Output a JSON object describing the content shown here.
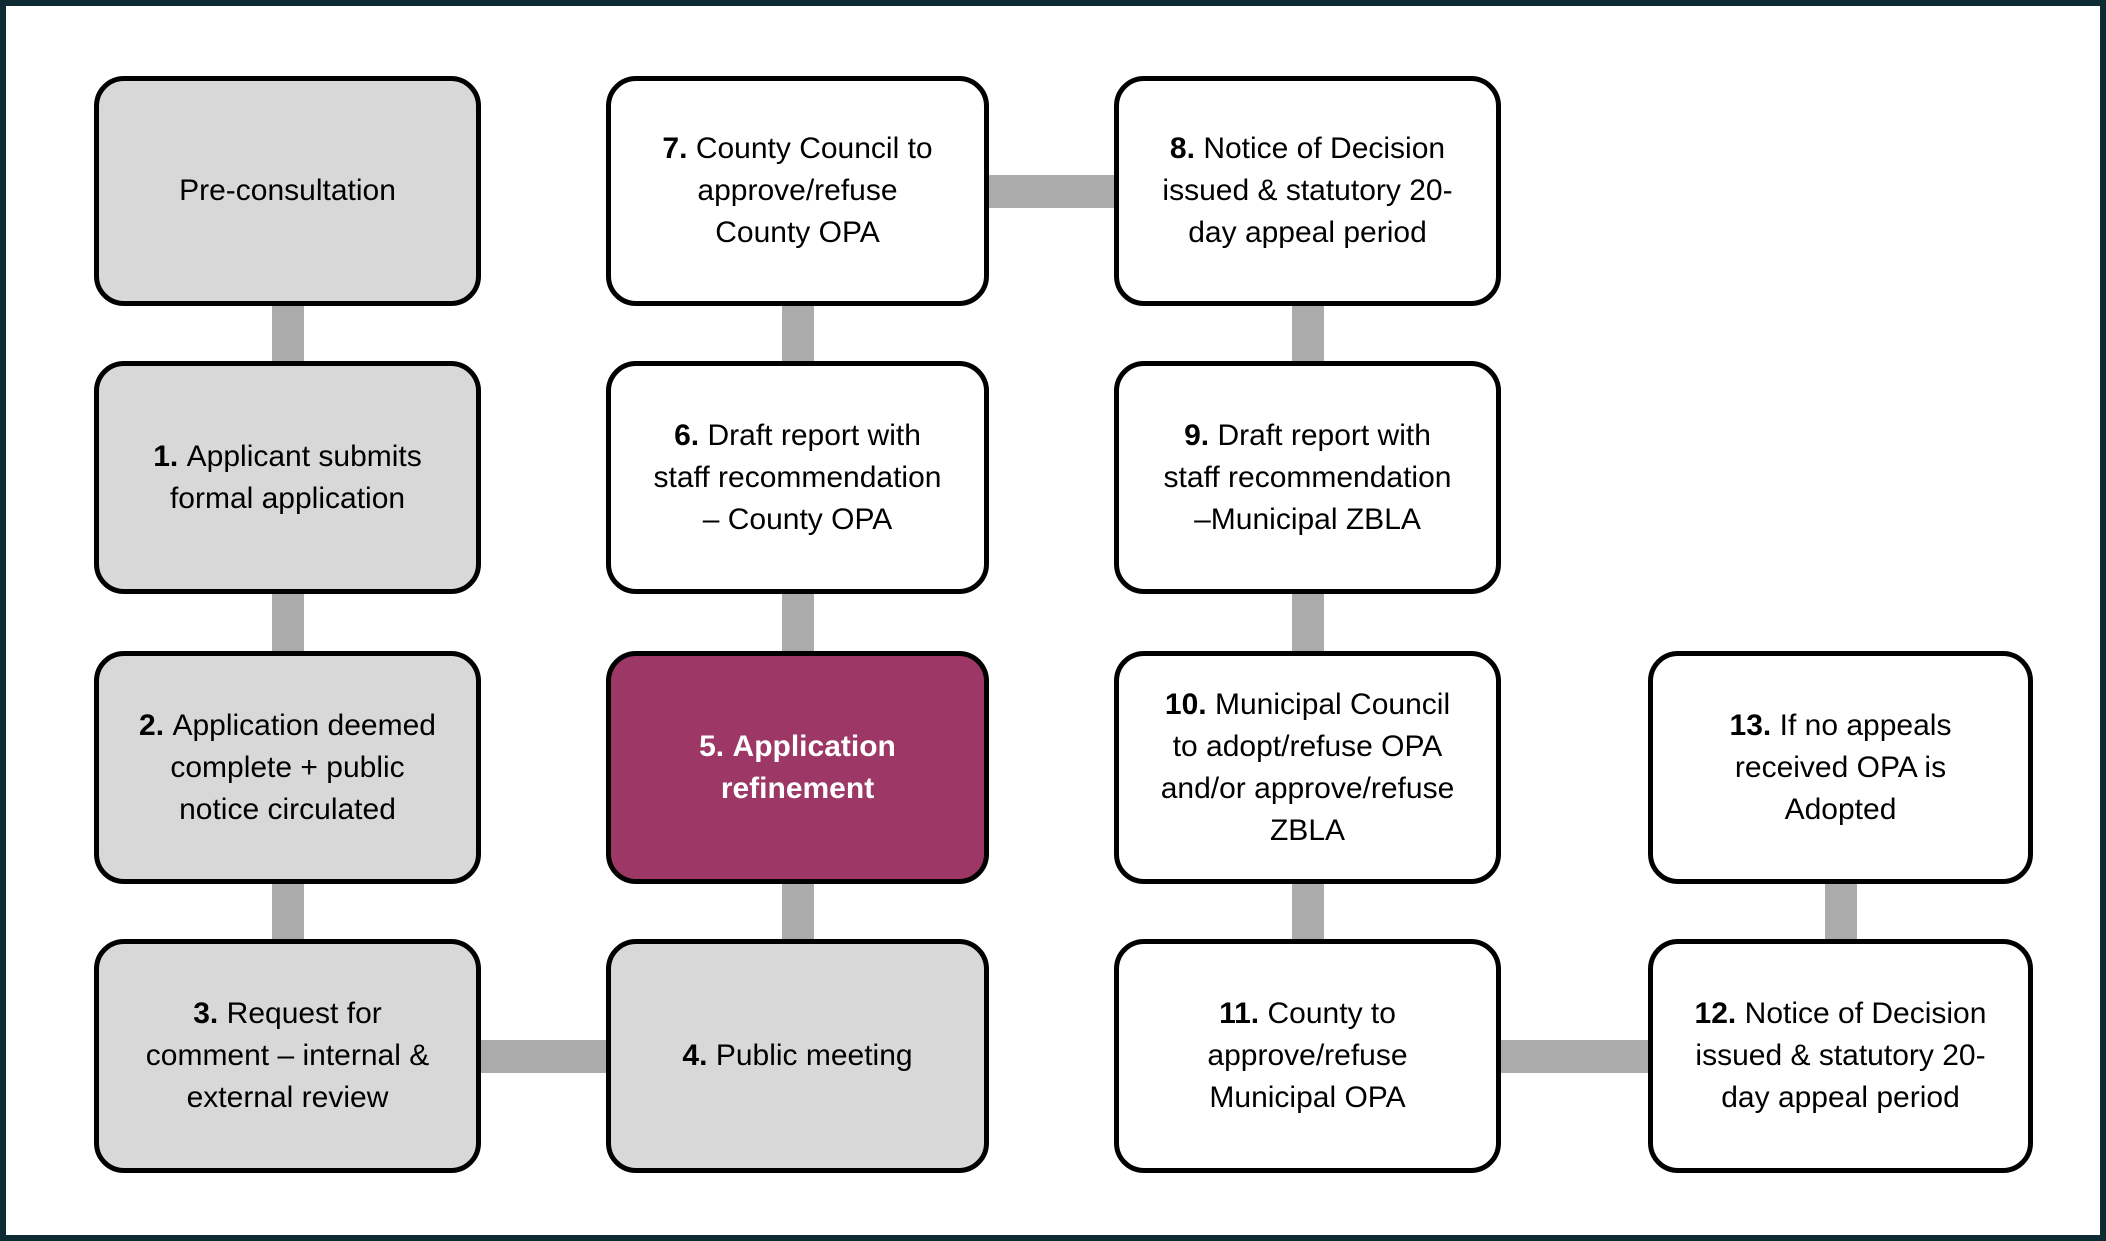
{
  "palette": {
    "frame_border": "#0e2a33",
    "box_gray": "#d8d8d8",
    "box_white": "#ffffff",
    "box_accent": "#9d3866",
    "box_border": "#000000",
    "connector_gray": "#ababab",
    "text_black": "#000000",
    "text_white": "#ffffff"
  },
  "boxes": [
    {
      "number": "",
      "lines": [
        "Pre-consultation"
      ],
      "fill": "gray"
    },
    {
      "number": "1.",
      "lines": [
        "Applicant submits",
        "formal application"
      ],
      "fill": "gray"
    },
    {
      "number": "2.",
      "lines": [
        "Application deemed",
        "complete + public",
        "notice circulated"
      ],
      "fill": "gray"
    },
    {
      "number": "3.",
      "lines": [
        "Request for",
        "comment – internal &",
        "external review"
      ],
      "fill": "gray"
    },
    {
      "number": "4.",
      "lines": [
        "Public meeting"
      ],
      "fill": "gray"
    },
    {
      "number": "5.",
      "lines": [
        "Application",
        "refinement"
      ],
      "fill": "accent"
    },
    {
      "number": "6.",
      "lines": [
        "Draft report with",
        "staff recommendation",
        "– County OPA"
      ],
      "fill": "white"
    },
    {
      "number": "7.",
      "lines": [
        "County Council to",
        "approve/refuse",
        "County OPA"
      ],
      "fill": "white"
    },
    {
      "number": "8.",
      "lines": [
        "Notice of Decision",
        "issued & statutory 20-",
        "day appeal period"
      ],
      "fill": "white"
    },
    {
      "number": "9.",
      "lines": [
        "Draft report with",
        "staff recommendation",
        "–Municipal ZBLA"
      ],
      "fill": "white"
    },
    {
      "number": "10.",
      "lines": [
        "Municipal Council",
        "to adopt/refuse OPA",
        "and/or approve/refuse",
        "ZBLA"
      ],
      "fill": "white"
    },
    {
      "number": "11.",
      "lines": [
        "County to",
        "approve/refuse",
        "Municipal OPA"
      ],
      "fill": "white"
    },
    {
      "number": "12.",
      "lines": [
        "Notice of Decision",
        "issued & statutory 20-",
        "day appeal period"
      ],
      "fill": "white"
    },
    {
      "number": "13.",
      "lines": [
        "If no appeals",
        "received OPA is",
        "Adopted"
      ],
      "fill": "white"
    }
  ]
}
